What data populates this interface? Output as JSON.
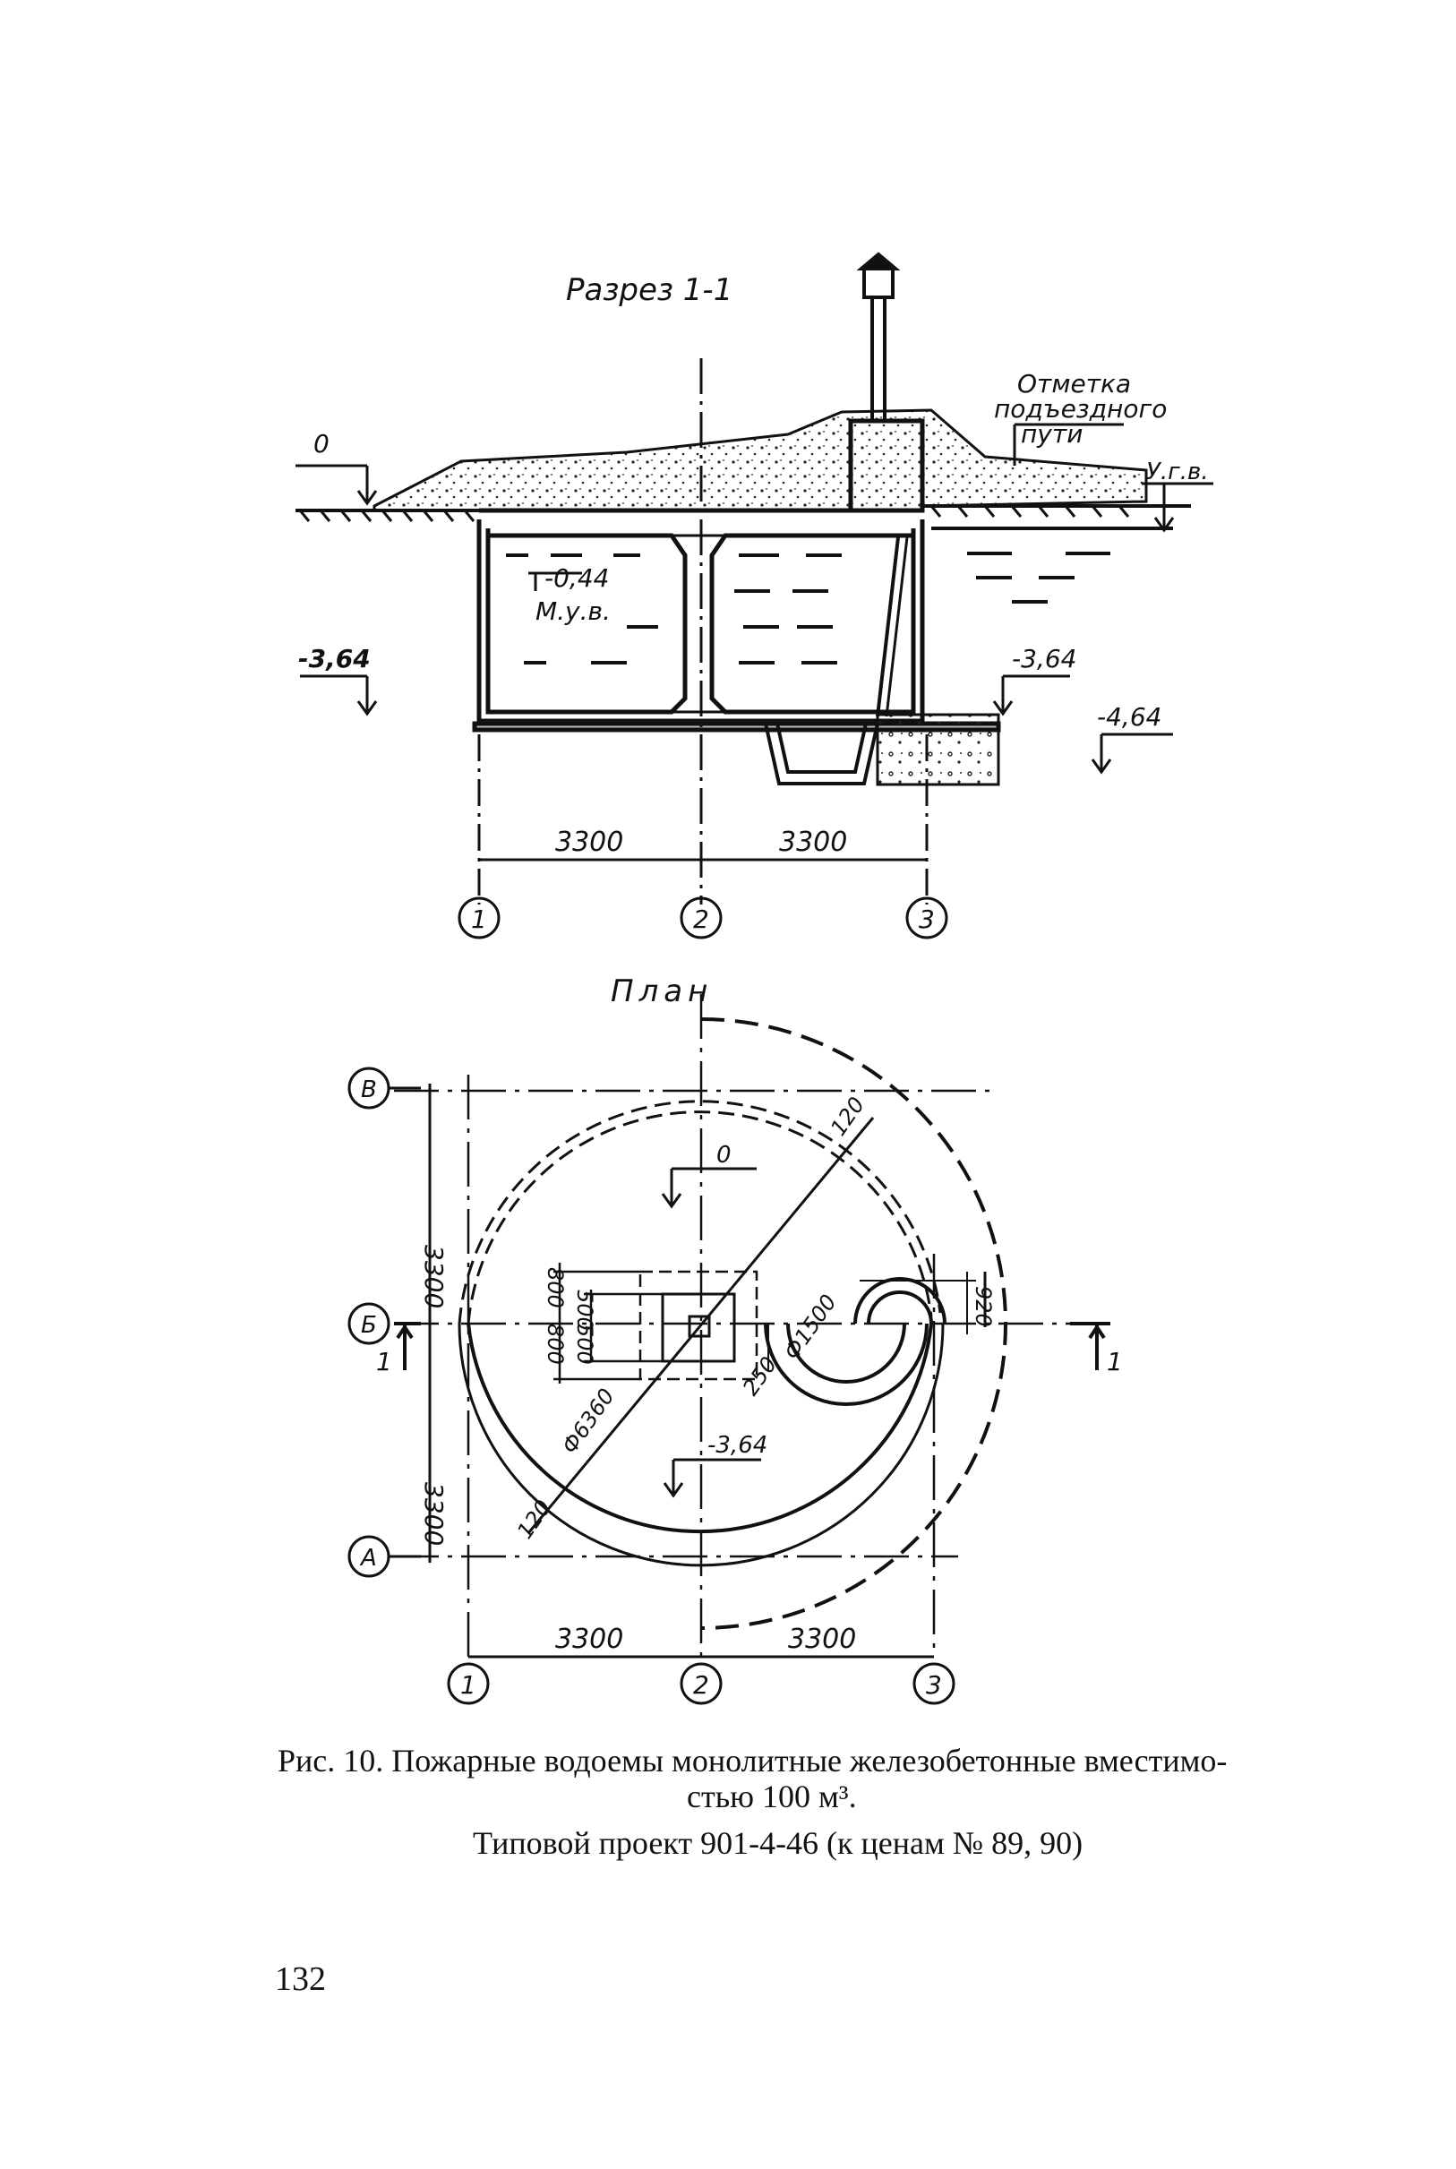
{
  "section": {
    "title": "Разрез 1-1",
    "label_zero": "0",
    "road_mark": [
      "Отметка",
      "подъездного",
      "пути"
    ],
    "ugv": "У.г.в.",
    "level_044": "-0,44",
    "muv": "М.у.в.",
    "level_364_left": "-3,64",
    "level_364_right": "-3,64",
    "level_464": "-4,64",
    "dim_left": "3300",
    "dim_right": "3300",
    "axes": [
      "1",
      "2",
      "3"
    ]
  },
  "plan": {
    "title": "План",
    "rows": [
      "В",
      "Б",
      "А"
    ],
    "axes": [
      "1",
      "2",
      "3"
    ],
    "dim_top_v": "3300",
    "dim_bottom_v": "3300",
    "dim_left_h": "3300",
    "dim_right_h": "3300",
    "d800a": "800",
    "d800b": "800",
    "d500a": "500",
    "d500b": "500",
    "d920": "920",
    "d120a": "120",
    "d120b": "120",
    "d250": "250",
    "phi1500": "Ф1500",
    "phi6360": "Ф6360",
    "zero": "0",
    "level364": "-3,64",
    "cut_left": "1",
    "cut_right": "1"
  },
  "caption": {
    "line1": "Рис. 10. Пожарные водоемы монолитные железобетонные вместимо-",
    "line1b": "стью 100 м³.",
    "line2": "Типовой проект 901-4-46 (к ценам № 89, 90)"
  },
  "page_number": "132"
}
